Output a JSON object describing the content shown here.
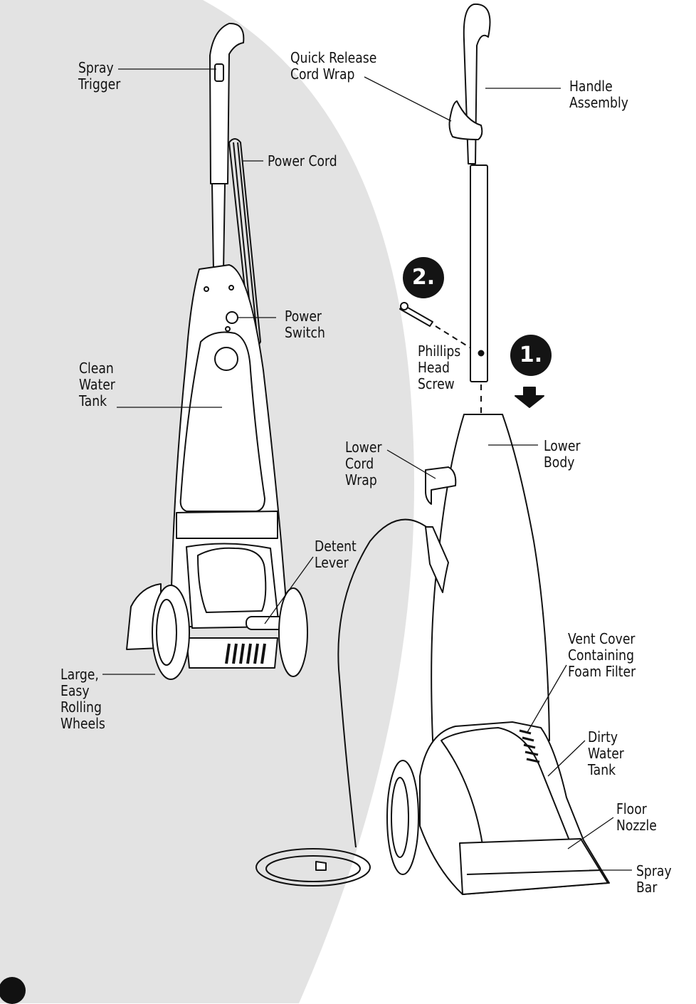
{
  "labels": {
    "spray_trigger": "Spray\nTrigger",
    "quick_release": "Quick Release\nCord Wrap",
    "handle_assembly": "Handle\nAssembly",
    "power_cord": "Power Cord",
    "power_switch": "Power\nSwitch",
    "phillips": "Phillips\nHead\nScrew",
    "clean_tank": "Clean\nWater\nTank",
    "lower_cord": "Lower\nCord\nWrap",
    "lower_body": "Lower\nBody",
    "detent": "Detent\nLever",
    "vent_cover": "Vent Cover\nContaining\nFoam Filter",
    "large_wheels": "Large,\nEasy\nRolling\nWheels",
    "dirty_tank": "Dirty\nWater\nTank",
    "floor_nozzle": "Floor\nNozzle",
    "spray_bar": "Spray Bar"
  },
  "steps": {
    "one": "1.",
    "two": "2."
  },
  "colors": {
    "background": "#ffffff",
    "shade": "#e3e3e3",
    "ink": "#111111"
  }
}
